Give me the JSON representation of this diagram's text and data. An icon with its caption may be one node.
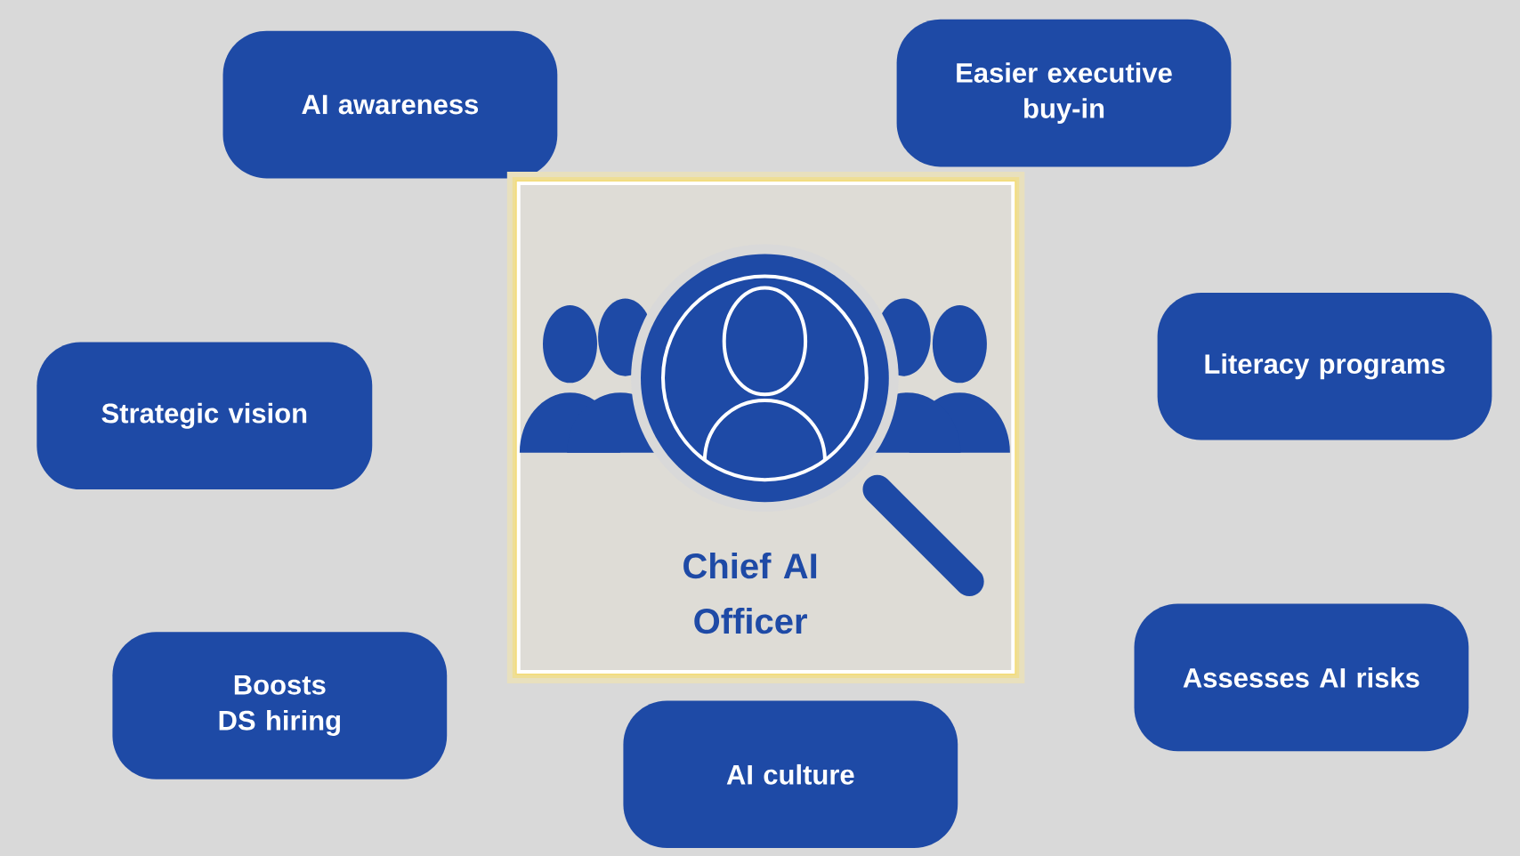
{
  "diagram": {
    "nodes": [
      {
        "text": [
          "AI awareness"
        ]
      },
      {
        "text": [
          "Easier executive buy-in"
        ]
      },
      {
        "text": [
          "Chief AI Officer"
        ]
      },
      {
        "text": [
          "Strategic vision"
        ]
      },
      {
        "text": [
          "Literacy programs"
        ]
      },
      {
        "text": [
          "Boosts DS hiring"
        ]
      },
      {
        "text": [
          "Assesses AI risks"
        ]
      },
      {
        "text": [
          "AI culture"
        ]
      }
    ]
  }
}
